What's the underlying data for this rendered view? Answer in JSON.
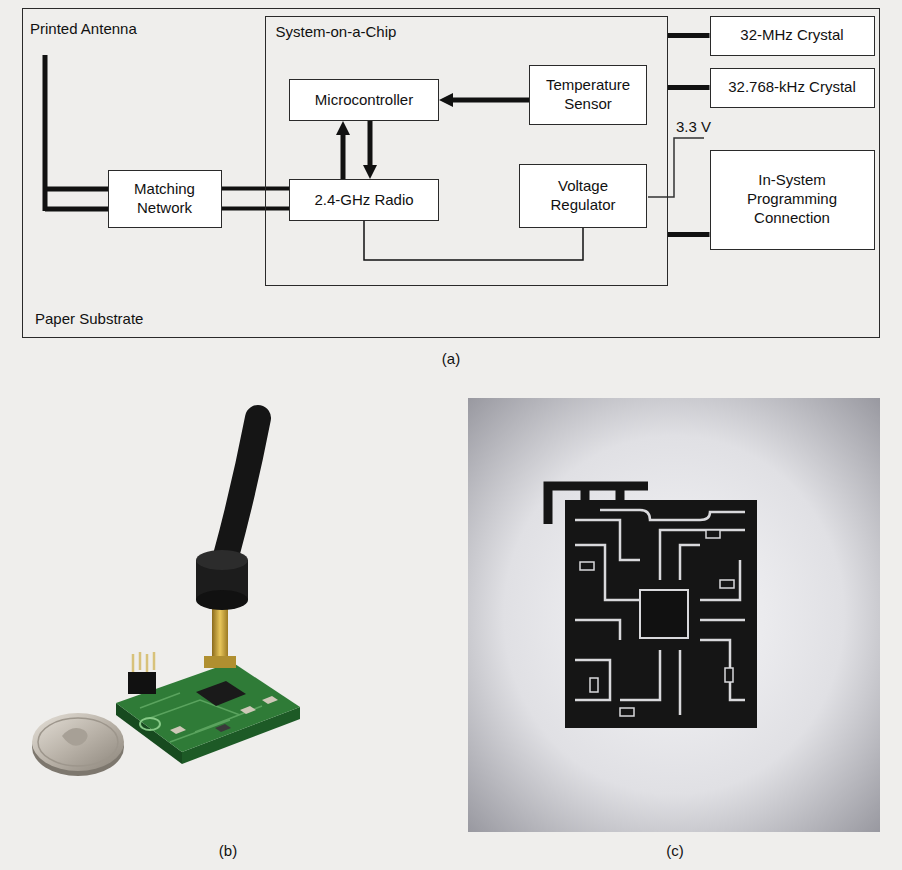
{
  "diagram": {
    "nodes": [
      {
        "text": [
          "Paper Substrate"
        ]
      },
      {
        "text": [
          "System-on-a-Chip"
        ],
        "in": 0
      },
      {
        "text": [
          "Microcontroller"
        ],
        "in": 1
      },
      {
        "text": [
          "Temperature Sensor"
        ],
        "in": 1
      },
      {
        "text": [
          "2.4-GHz Radio"
        ],
        "in": 1
      },
      {
        "text": [
          "Voltage Regulator"
        ],
        "in": 1
      },
      {
        "text": [
          "32-MHz Crystal"
        ],
        "in": 0
      },
      {
        "text": [
          "32.768-kHz Crystal"
        ],
        "in": 0
      },
      {
        "text": [
          "In-System Programming Connection"
        ],
        "in": 0
      },
      {
        "text": [
          "Matching Network"
        ],
        "in": 0
      }
    ],
    "edges": [
      {
        "from": 3,
        "to": 2,
        "arrow": "to"
      },
      {
        "from": 4,
        "to": 2,
        "arrow": "to"
      },
      {
        "from": 2,
        "to": 4,
        "arrow": "to"
      },
      {
        "from": 9,
        "to": 4,
        "arrow": "none"
      },
      {
        "from": 1,
        "to": 6,
        "arrow": "none"
      },
      {
        "from": 1,
        "to": 7,
        "arrow": "none"
      },
      {
        "from": 1,
        "to": 8,
        "arrow": "none"
      },
      {
        "from": 5,
        "to": 4,
        "arrow": "none"
      }
    ],
    "labels": [
      "Printed Antenna",
      "3.3 V",
      "(a)",
      "(b)",
      "(c)"
    ]
  }
}
